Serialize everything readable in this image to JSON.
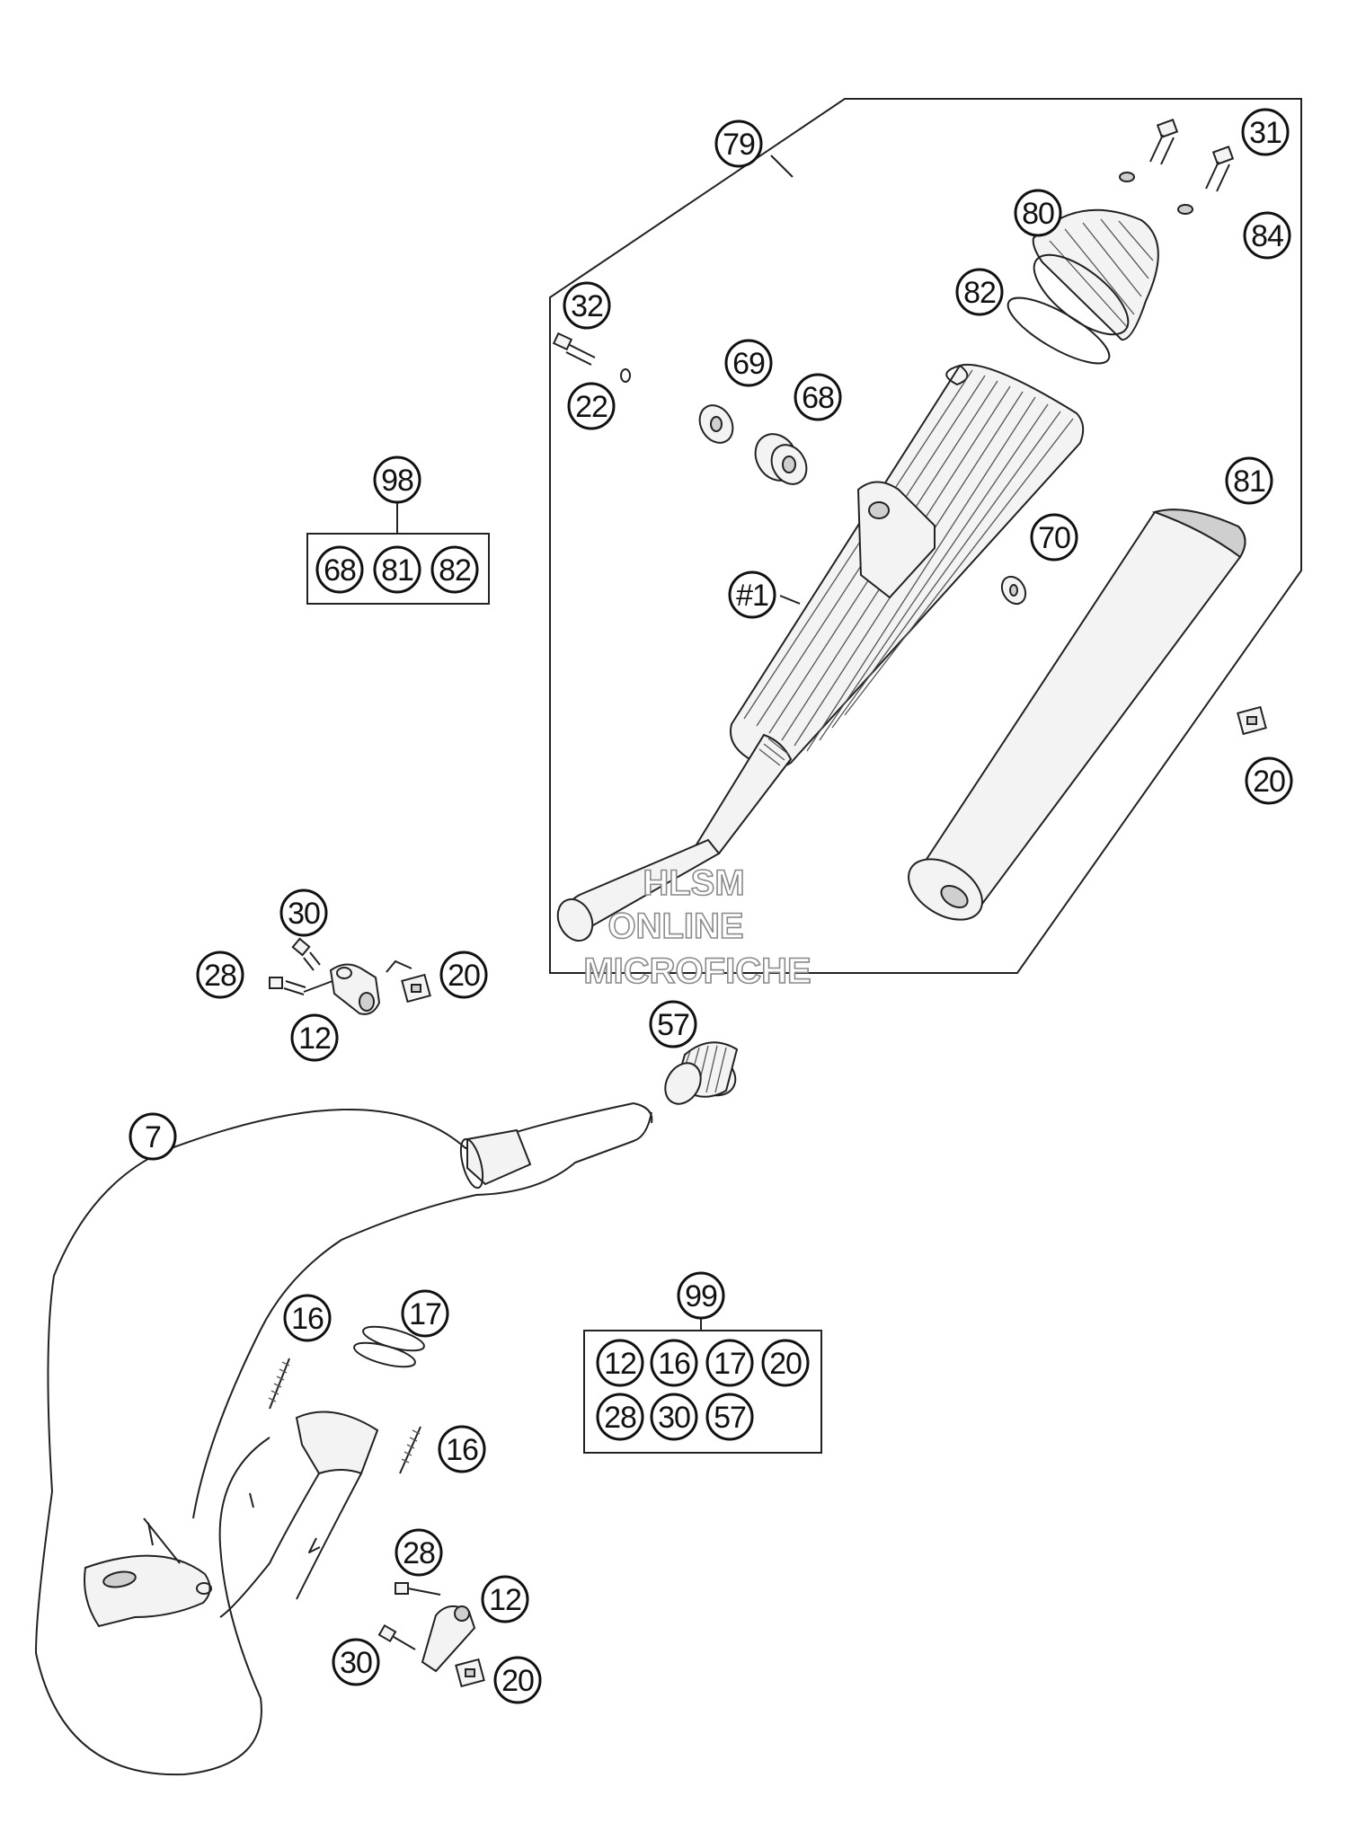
{
  "assembly_callout": "79",
  "callouts": {
    "c79": "79",
    "c31": "31",
    "c80": "80",
    "c84": "84",
    "c82a": "82",
    "c32": "32",
    "c22": "22",
    "c69": "69",
    "c68a": "68",
    "c81a": "81",
    "c70": "70",
    "c1": "#1",
    "c20a": "20",
    "c30a": "30",
    "c28a": "28",
    "c20b": "20",
    "c12a": "12",
    "c57": "57",
    "c7": "7",
    "c16a": "16",
    "c17": "17",
    "c16b": "16",
    "c28b": "28",
    "c12b": "12",
    "c30b": "30",
    "c20c": "20"
  },
  "kit_98": {
    "label": "98",
    "items": [
      "68",
      "81",
      "82"
    ]
  },
  "kit_99": {
    "label": "99",
    "row1": [
      "12",
      "16",
      "17",
      "20"
    ],
    "row2": [
      "28",
      "30",
      "57"
    ]
  },
  "watermark": {
    "line1": "HLSM",
    "line2": "ONLINE",
    "line3": "MICROFICHE"
  }
}
